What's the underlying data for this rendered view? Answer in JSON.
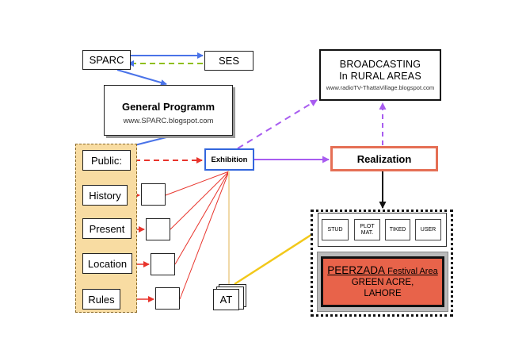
{
  "nodes": {
    "sparc": "SPARC",
    "ses": "SES",
    "general_title": "General Programm",
    "general_url": "www.SPARC.blogspot.com",
    "broadcasting_line1": "BROADCASTING",
    "broadcasting_line2": "In RURAL AREAS",
    "broadcasting_url": "www.radioTV-ThattaVillage.blogspot.com",
    "exhibition": "Exhibition",
    "realization": "Realization",
    "at": "AT"
  },
  "left_items": [
    "Public:",
    "History",
    "Present",
    "Location",
    "Rules"
  ],
  "mini_boxes": [
    "STUD",
    "PLOT MAT.",
    "TIKED",
    "USER"
  ],
  "peerzada": {
    "name": "PEERZADA",
    "suffix": "Festival Area",
    "line2": "GREEN ACRE,",
    "line3": "LAHORE"
  },
  "colors": {
    "blue_arrow": "#4a73e8",
    "green_dashed": "#8fbf1e",
    "purple": "#a85cf0",
    "red": "#e8342c",
    "yellow": "#f2c81a",
    "tan_line": "#f0d9a8",
    "realization_border": "#e56f55",
    "peerzada_fill": "#e8634a",
    "panel_fill": "#f8dca2"
  }
}
